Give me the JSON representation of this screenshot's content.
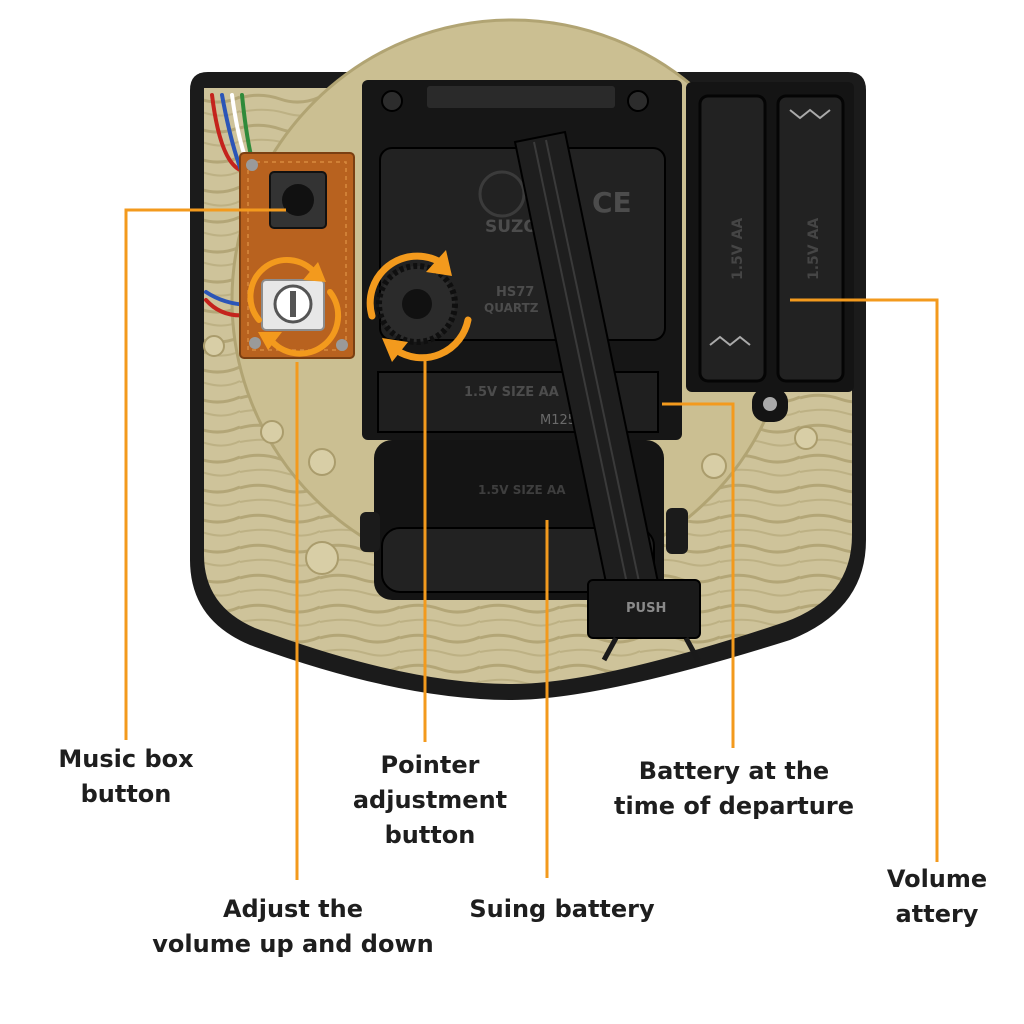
{
  "theme": {
    "accent": "#f39a1d",
    "label_text": "#1e1e1e",
    "housing": "#1b1b1b",
    "interior": "#cfc49a",
    "pcb": "#b8621f"
  },
  "embossed_text": {
    "brand": "SUZO",
    "ce_mark": "CE",
    "model": "HS77",
    "quartz": "QUARTZ",
    "battery_slot": "1.5V SIZE AA",
    "battery_slot_lower": "1.5V SIZE AA",
    "mold_code": "M125",
    "push_tab": "PUSH",
    "cell_left": "1.5V AA",
    "cell_right": "1.5V AA"
  },
  "callouts": {
    "music_box_button": {
      "line1": "Music box",
      "line2": "button"
    },
    "volume_adjust": {
      "line1": "Adjust the",
      "line2": "volume up and down"
    },
    "pointer_adjust": {
      "line1": "Pointer",
      "line2": "adjustment",
      "line3": "button"
    },
    "suing_battery": {
      "line1": "Suing battery"
    },
    "departure_battery": {
      "line1": "Battery at the",
      "line2": "time of departure"
    },
    "volume_battery": {
      "line1": "Volume",
      "line2": "attery"
    }
  }
}
